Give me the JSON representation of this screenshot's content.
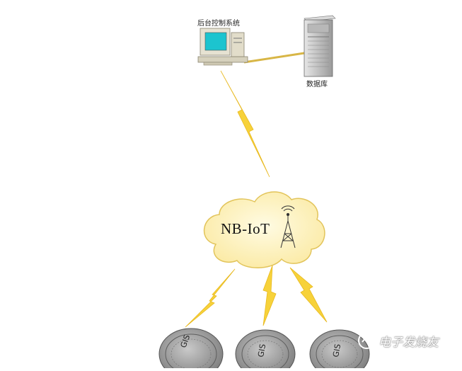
{
  "nodes": {
    "control_system": {
      "label": "后台控制系统",
      "icon": "computer-icon"
    },
    "database": {
      "label": "数据库",
      "icon": "server-icon"
    },
    "network": {
      "label": "NB-IoT",
      "icon": "cell-tower-icon"
    },
    "devices": [
      {
        "label": "GIS",
        "icon": "manhole-cover-icon"
      },
      {
        "label": "GIS",
        "icon": "manhole-cover-icon"
      },
      {
        "label": "GIS",
        "icon": "manhole-cover-icon"
      }
    ]
  },
  "links": [
    {
      "from": "control_system",
      "to": "database",
      "type": "wired"
    },
    {
      "from": "control_system",
      "to": "network",
      "type": "wireless"
    },
    {
      "from": "network",
      "to": "devices.0",
      "type": "wireless"
    },
    {
      "from": "network",
      "to": "devices.1",
      "type": "wireless"
    },
    {
      "from": "network",
      "to": "devices.2",
      "type": "wireless"
    }
  ],
  "watermark": {
    "text": "电子发烧友",
    "icon": "logo-icon"
  },
  "colors": {
    "cloud_fill": "#fdf4c4",
    "cloud_stroke": "#e2c45a",
    "lightning": "#f7d23a",
    "wire": "#d8b646",
    "monitor_body": "#e6e2d2",
    "screen": "#1cc4cf",
    "server": "#c4c4c4",
    "cover": "#9a9a9a"
  }
}
